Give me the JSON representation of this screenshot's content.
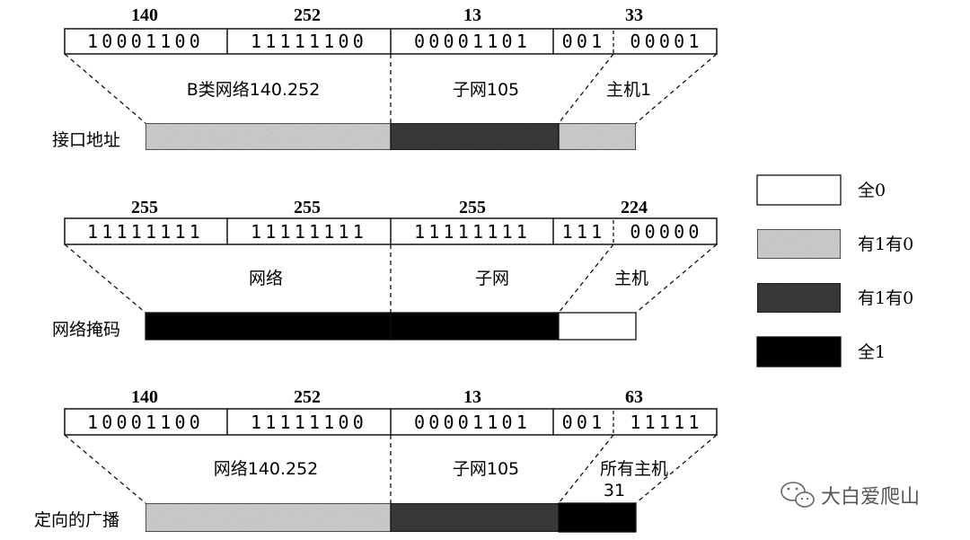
{
  "rows": [
    {
      "octets": [
        "140",
        "252",
        "13",
        "33"
      ],
      "bits": [
        "10001100",
        "11111100",
        "00001101",
        "001",
        "00001"
      ],
      "labels": [
        "B类网络140.252",
        "子网105",
        "主机1"
      ],
      "extra_label": "",
      "row_label": "接口地址",
      "bar_fills": [
        "light",
        "dark",
        "light"
      ]
    },
    {
      "octets": [
        "255",
        "255",
        "255",
        "224"
      ],
      "bits": [
        "11111111",
        "11111111",
        "11111111",
        "111",
        "00000"
      ],
      "labels": [
        "网络",
        "子网",
        "主机"
      ],
      "extra_label": "",
      "row_label": "网络掩码",
      "bar_fills": [
        "black",
        "black",
        "white"
      ]
    },
    {
      "octets": [
        "140",
        "252",
        "13",
        "63"
      ],
      "bits": [
        "10001100",
        "11111100",
        "00001101",
        "001",
        "11111"
      ],
      "labels": [
        "网络140.252",
        "子网105",
        "所有主机"
      ],
      "extra_label": "31",
      "row_label": "定向的广播",
      "bar_fills": [
        "light",
        "dark",
        "black"
      ]
    }
  ],
  "legend": [
    {
      "label": "全0",
      "fill": "white"
    },
    {
      "label": "有1有0",
      "fill": "light"
    },
    {
      "label": "有1有0",
      "fill": "dark"
    },
    {
      "label": "全1",
      "fill": "black"
    }
  ],
  "watermark": "大白爱爬山",
  "colors": {
    "light": "#cfcfcf",
    "dark": "#3a3a3a",
    "black": "#000000",
    "white": "#ffffff"
  }
}
